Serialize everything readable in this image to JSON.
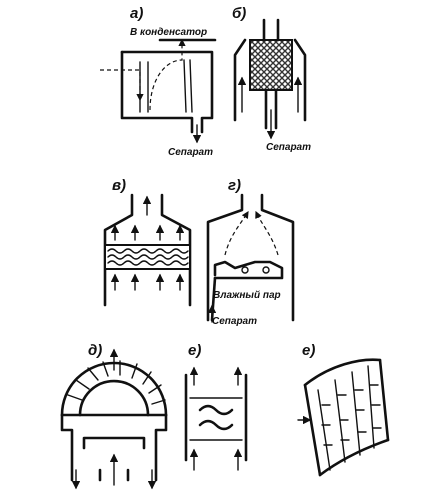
{
  "panels": {
    "a": {
      "label": "а)",
      "caption_condenser": "В конденсатор",
      "caption_separate": "Сепарат"
    },
    "b": {
      "label": "б)",
      "caption_separate": "Сепарат"
    },
    "v": {
      "label": "в)"
    },
    "g": {
      "label": "г)",
      "caption_steam": "Влажный пар",
      "caption_separate": "Сепарат"
    },
    "d": {
      "label": "д)"
    },
    "e1": {
      "label": "е)"
    },
    "e2": {
      "label": "е)"
    }
  },
  "colors": {
    "ink": "#111111",
    "paper": "#ffffff",
    "packing": "#555555"
  }
}
